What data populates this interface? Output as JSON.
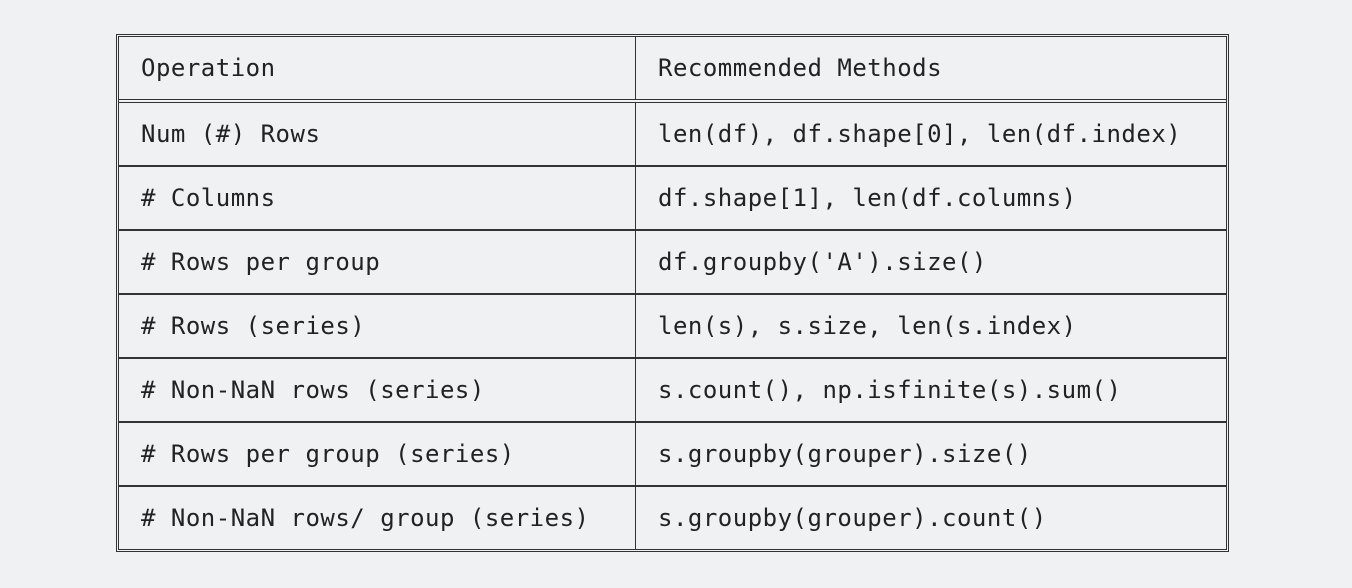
{
  "table": {
    "headers": [
      "Operation",
      "Recommended Methods"
    ],
    "rows": [
      [
        "Num (#) Rows",
        "len(df), df.shape[0], len(df.index)"
      ],
      [
        "# Columns",
        "df.shape[1], len(df.columns)"
      ],
      [
        "# Rows per group",
        "df.groupby('A').size()"
      ],
      [
        "# Rows (series)",
        "len(s), s.size, len(s.index)"
      ],
      [
        "# Non-NaN rows (series)",
        "s.count(), np.isfinite(s).sum()"
      ],
      [
        "# Rows per group (series)",
        "s.groupby(grouper).size()"
      ],
      [
        "# Non-NaN rows/ group (series)",
        "s.groupby(grouper).count()"
      ]
    ]
  }
}
